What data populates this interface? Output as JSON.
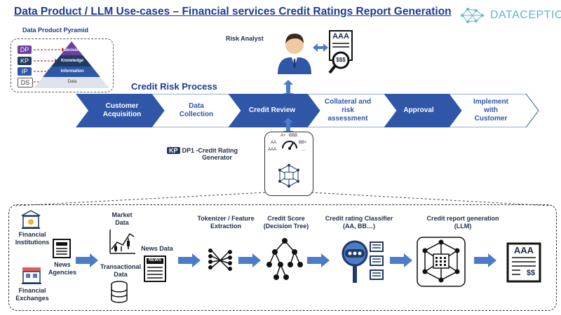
{
  "header": {
    "title": "Data Product / LLM Use-cases – Financial services Credit Ratings Report Generation",
    "brand": "DATACEPTION"
  },
  "pyramid": {
    "title": "Data Product Pyramid",
    "tags": [
      "DP",
      "KP",
      "IP",
      "DS"
    ],
    "levels": [
      "Decision",
      "Knowledge",
      "Information",
      "Data"
    ]
  },
  "risk_analyst": {
    "label": "Risk Analyst",
    "doc_rating": "AAA",
    "doc_money": "$$$"
  },
  "process": {
    "title": "Credit Risk Process",
    "steps": [
      {
        "label": "Customer Acquisition",
        "line1": "Customer",
        "line2": "Acquisition"
      },
      {
        "label": "Data Collection",
        "line1": "Data",
        "line2": "Collection"
      },
      {
        "label": "Credit Review",
        "line1": "Credit Review",
        "line2": ""
      },
      {
        "label": "Collateral and risk assessment",
        "line1": "Collateral and",
        "line2": "risk",
        "line3": "assessment"
      },
      {
        "label": "Approval",
        "line1": "Approval",
        "line2": ""
      },
      {
        "label": "Implement with Customer",
        "line1": "Implement",
        "line2": "with",
        "line3": "Customer"
      }
    ]
  },
  "generator": {
    "badge": "KP",
    "line1": "DP1 -Credit Rating",
    "line2": "Generator",
    "gauge_labels": [
      "A+",
      "BBB",
      "AA",
      "BB+",
      "AAA",
      "..."
    ]
  },
  "pipeline": {
    "sources": {
      "financial_institutions": "Financial Institutions",
      "financial_exchanges": "Financial Exchanges",
      "news_agencies": "News Agencies"
    },
    "data": {
      "market": "Market Data",
      "transactional": "Transactional Data",
      "news": "News Data",
      "news_icon_text": "NEWS"
    },
    "stages": {
      "tokenizer": "Tokenizer / Feature Extraction",
      "credit_score": "Credit Score (Decision Tree)",
      "classifier": "Credit rating Classifier (AA, BB…)",
      "report": "Credit report generation (LLM)"
    },
    "report_doc": {
      "rating": "AAA",
      "money": "$$"
    }
  },
  "colors": {
    "title_blue": "#1d3b8f",
    "chevron_dark": "#2f56a7",
    "chevron_light": "#ffffff",
    "arrow_blue": "#4a7cc9",
    "dp_purple": "#6b3fa0",
    "navy": "#1f3a63",
    "brand_teal": "#5fb6cf"
  }
}
